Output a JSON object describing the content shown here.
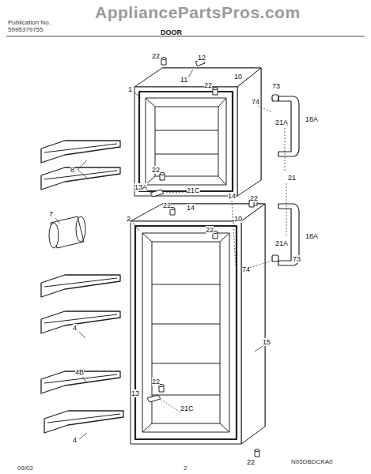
{
  "diagram": {
    "title": "DOOR",
    "labels": [
      "AppliancePartsPros.com",
      "Publication No.",
      "5995379755",
      "22",
      "12",
      "11",
      "1",
      "22",
      "10",
      "73",
      "74",
      "18A",
      "21A",
      "8",
      "22",
      "13A",
      "21C",
      "21",
      "14",
      "22",
      "22",
      "14",
      "10",
      "2",
      "18A",
      "7",
      "22",
      "21A",
      "73",
      "74",
      "4",
      "4B",
      "15",
      "22",
      "13",
      "21C",
      "4",
      "22",
      "N05DBDCKA0",
      "09/02",
      "2"
    ]
  }
}
